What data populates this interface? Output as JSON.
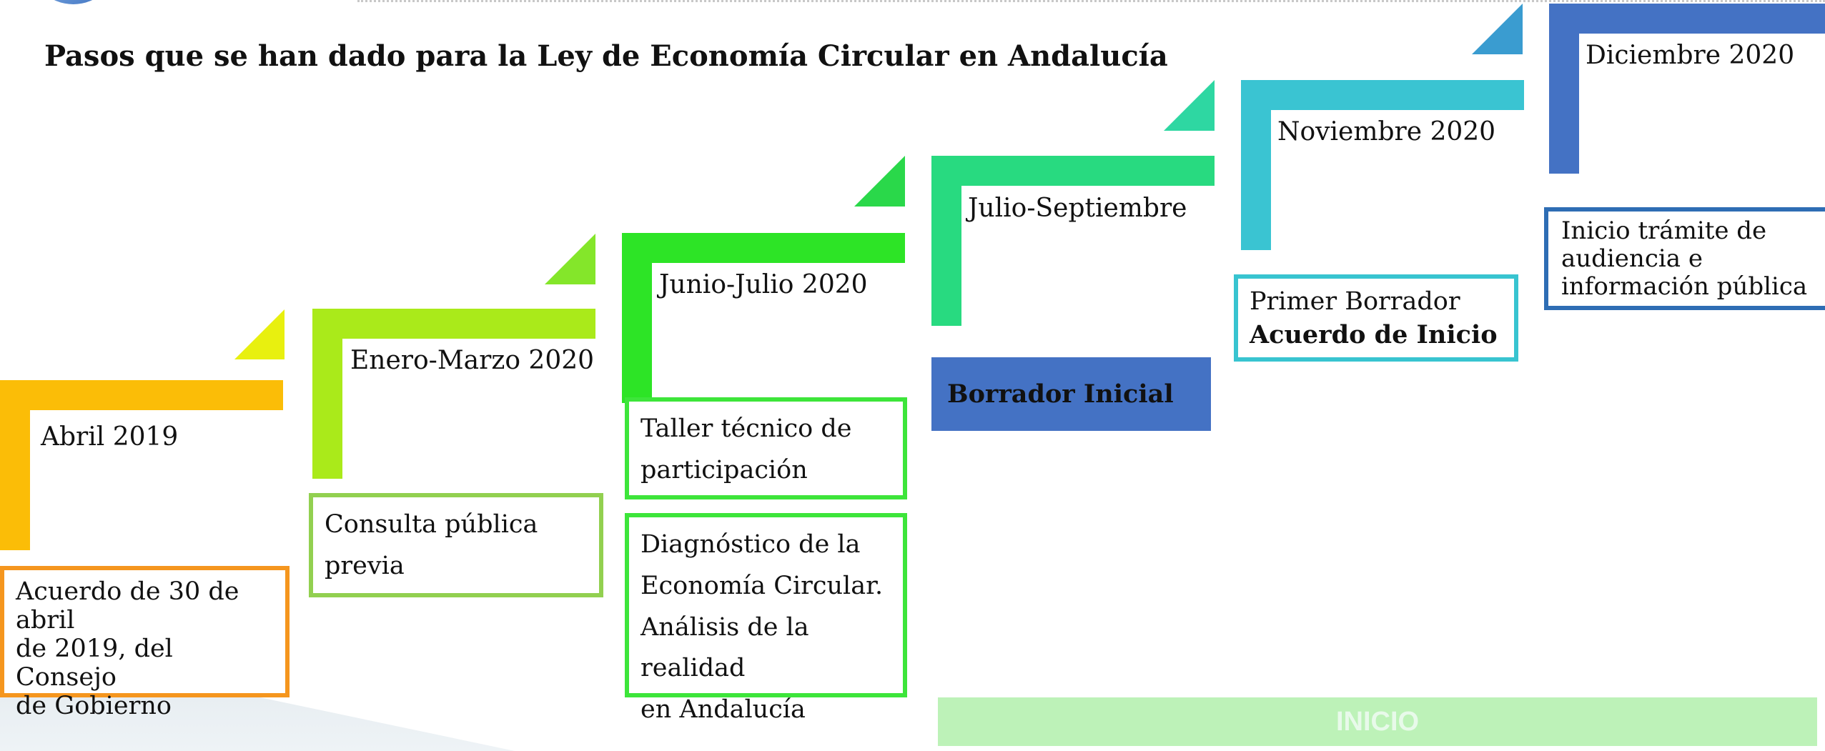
{
  "title": "Pasos que se han dado para la Ley de Economía Circular en Andalucía",
  "colors": {
    "step1": "#fbbd07",
    "step2": "#aaea1a",
    "step3": "#2de426",
    "step4": "#28da80",
    "step5": "#3ac4d2",
    "step6": "#4472c4",
    "inicio": "#bdf2b8"
  },
  "steps": [
    {
      "date": "Abril 2019",
      "boxes": [
        {
          "lines": [
            "Acuerdo de 30 de abril",
            "de 2019, del Consejo",
            "de Gobierno"
          ]
        }
      ]
    },
    {
      "date": "Enero-Marzo 2020",
      "boxes": [
        {
          "lines": [
            "Consulta pública",
            "previa"
          ]
        }
      ]
    },
    {
      "date": "Junio-Julio 2020",
      "boxes": [
        {
          "lines": [
            "Taller técnico de",
            "participación"
          ]
        },
        {
          "lines": [
            "Diagnóstico de la",
            "Economía Circular.",
            "Análisis de la realidad",
            "en Andalucía"
          ]
        }
      ]
    },
    {
      "date": "Julio-Septiembre",
      "boxes": [
        {
          "lines": [
            "Borrador Inicial"
          ]
        }
      ]
    },
    {
      "date": "Noviembre 2020",
      "boxes": [
        {
          "lines": [
            "Primer Borrador",
            "Acuerdo de Inicio"
          ]
        }
      ]
    },
    {
      "date": "Diciembre 2020",
      "boxes": [
        {
          "lines": [
            "Inicio trámite de",
            "audiencia e",
            "información pública"
          ]
        }
      ]
    }
  ],
  "inicio_label": "INICIO"
}
